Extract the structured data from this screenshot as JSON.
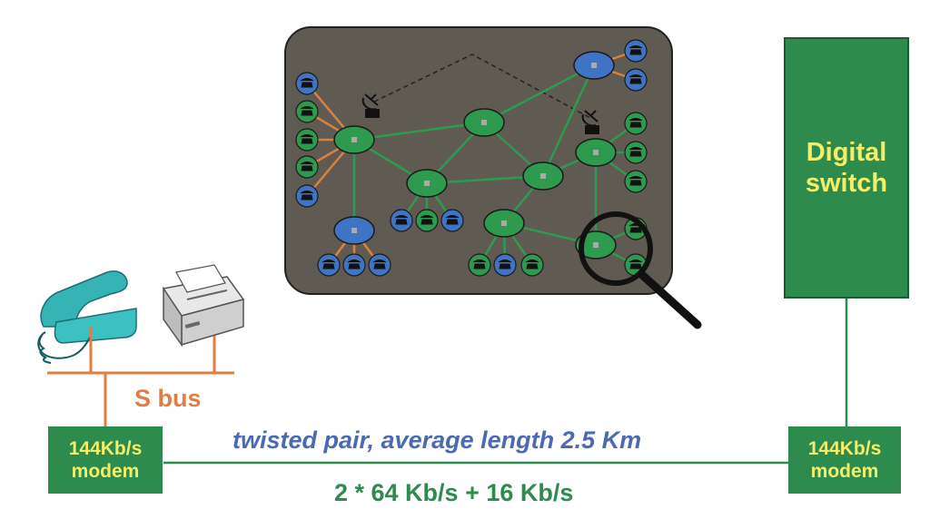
{
  "left_modem": {
    "line1": "144Kb/s",
    "line2": "modem"
  },
  "right_modem": {
    "line1": "144Kb/s",
    "line2": "modem"
  },
  "switch": {
    "line1": "Digital",
    "line2": "switch"
  },
  "s_bus_label": "S bus",
  "link_label": "twisted pair, average length 2.5 Km",
  "rate_label": "2 * 64 Kb/s + 16 Kb/s",
  "colors": {
    "green": "#2e8b4e",
    "yellow_text": "#f2ee6a",
    "orange": "#e37c44",
    "blue_text": "#4a6bb3",
    "network_bg": "#5f5a52"
  },
  "icons": [
    "telephone-icon",
    "fax-icon",
    "magnifier-icon",
    "satellite-dish-icon"
  ]
}
